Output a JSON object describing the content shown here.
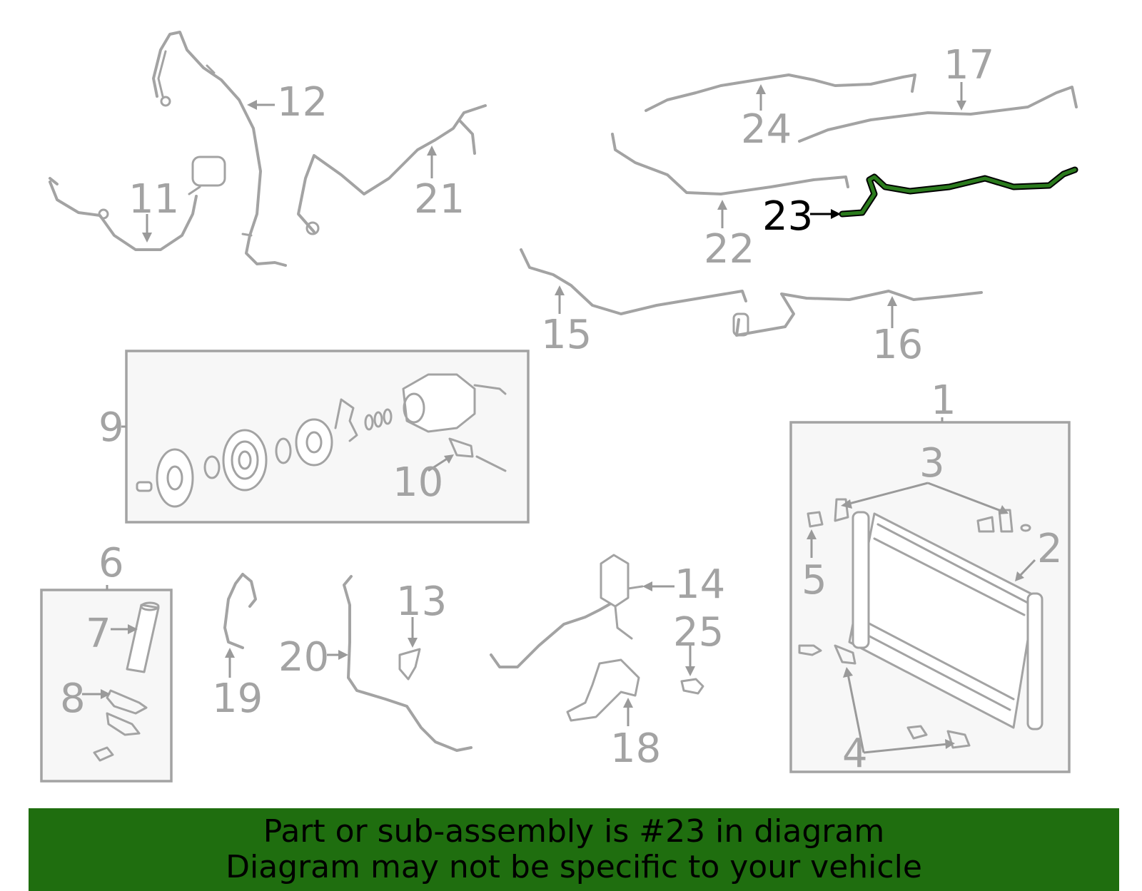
{
  "callouts": {
    "c1": "1",
    "c2": "2",
    "c3": "3",
    "c4": "4",
    "c5": "5",
    "c6": "6",
    "c7": "7",
    "c8": "8",
    "c9": "9",
    "c10": "10",
    "c11": "11",
    "c12": "12",
    "c13": "13",
    "c14": "14",
    "c15": "15",
    "c16": "16",
    "c17": "17",
    "c18": "18",
    "c19": "19",
    "c20": "20",
    "c21": "21",
    "c22": "22",
    "c23": "23",
    "c24": "24",
    "c25": "25"
  },
  "highlighted_part": "23",
  "colors": {
    "highlight": "#2a7a1c",
    "banner": "#1f6e0f",
    "line_art": "#a3a3a3"
  },
  "banner": {
    "line1": "Part or sub-assembly is #23 in diagram",
    "line2": "Diagram may not be specific to your vehicle"
  }
}
